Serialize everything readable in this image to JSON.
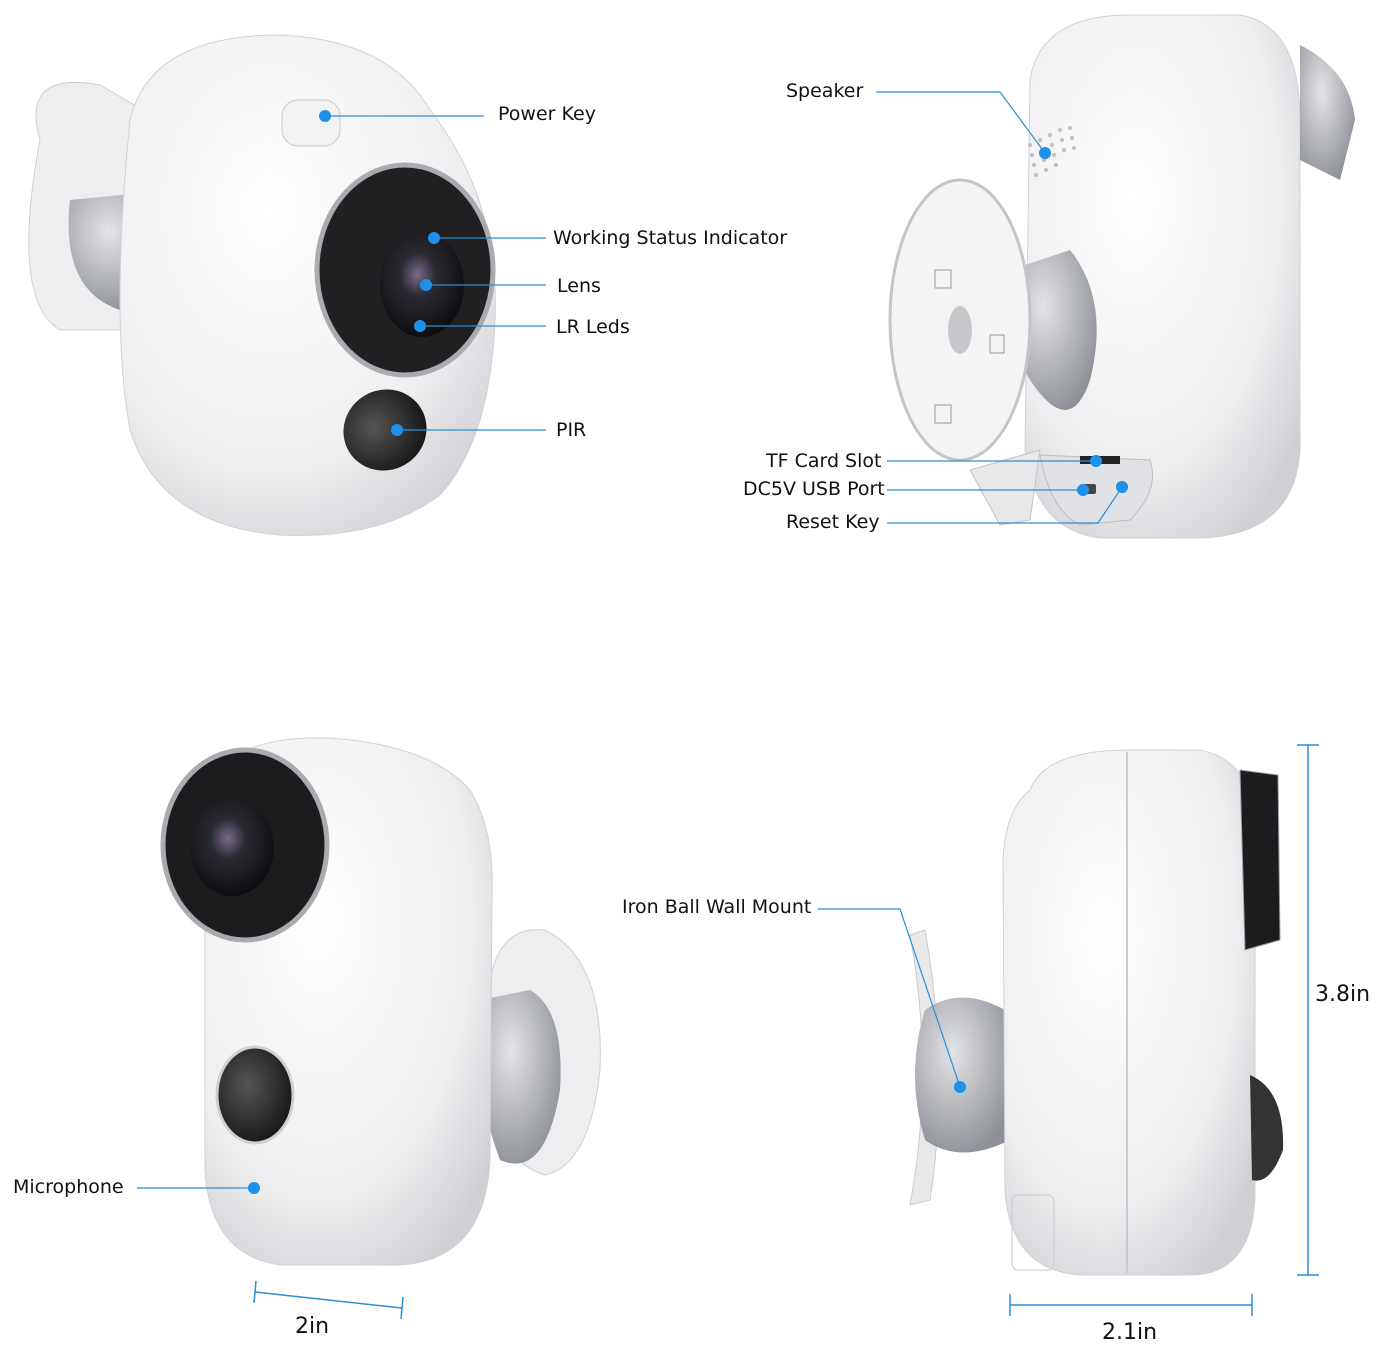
{
  "colors": {
    "callout": "#2a8fd6",
    "dot": "#1e90e8",
    "body_light": "#f6f6f7",
    "body_shade": "#d9dadd",
    "metal": "#b9bcc1",
    "lens_dark": "#151515"
  },
  "labels": {
    "power_key": "Power Key",
    "working_status": "Working Status Indicator",
    "lens": "Lens",
    "lr_leds": "LR Leds",
    "pir": "PIR",
    "speaker": "Speaker",
    "tf_card": "TF Card Slot",
    "usb_port": "DC5V USB Port",
    "reset_key": "Reset Key",
    "iron_ball": "Iron Ball Wall Mount",
    "microphone": "Microphone"
  },
  "dimensions": {
    "width_front": "2in",
    "depth_side": "2.1in",
    "height_side": "3.8in"
  }
}
